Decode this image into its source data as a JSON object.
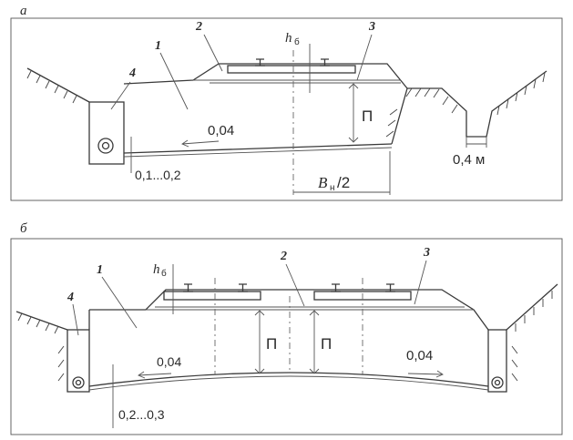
{
  "panels": [
    {
      "letter": "а",
      "callouts": [
        "1",
        "2",
        "3",
        "4"
      ],
      "h_label": "h",
      "h_sub": "б",
      "height_label": "П",
      "slope": "0,04",
      "offset": "0,1...0,2",
      "width_label": "B",
      "width_sub": "н",
      "width_suffix": "/2",
      "ditch_width": "0,4 м"
    },
    {
      "letter": "б",
      "callouts": [
        "1",
        "2",
        "3",
        "4"
      ],
      "h_label": "h",
      "h_sub": "б",
      "height_left": "П",
      "height_right": "П",
      "slope_left": "0,04",
      "slope_right": "0,04",
      "offset": "0,2...0,3"
    }
  ]
}
